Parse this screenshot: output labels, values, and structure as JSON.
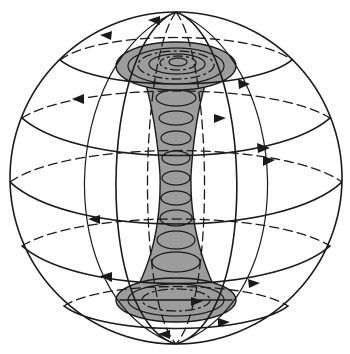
{
  "figure": {
    "kind": "spherical vortex diagram",
    "elements": [
      "sphere-outline",
      "latitude-circles",
      "meridian-lines",
      "flow-arrows",
      "shaded-vortex-tube",
      "top-vortex-spiral",
      "bottom-vortex-spiral"
    ]
  },
  "colors": {
    "line": "#1a1a1a",
    "shade": "#9c9c9c",
    "background": "#ffffff"
  }
}
